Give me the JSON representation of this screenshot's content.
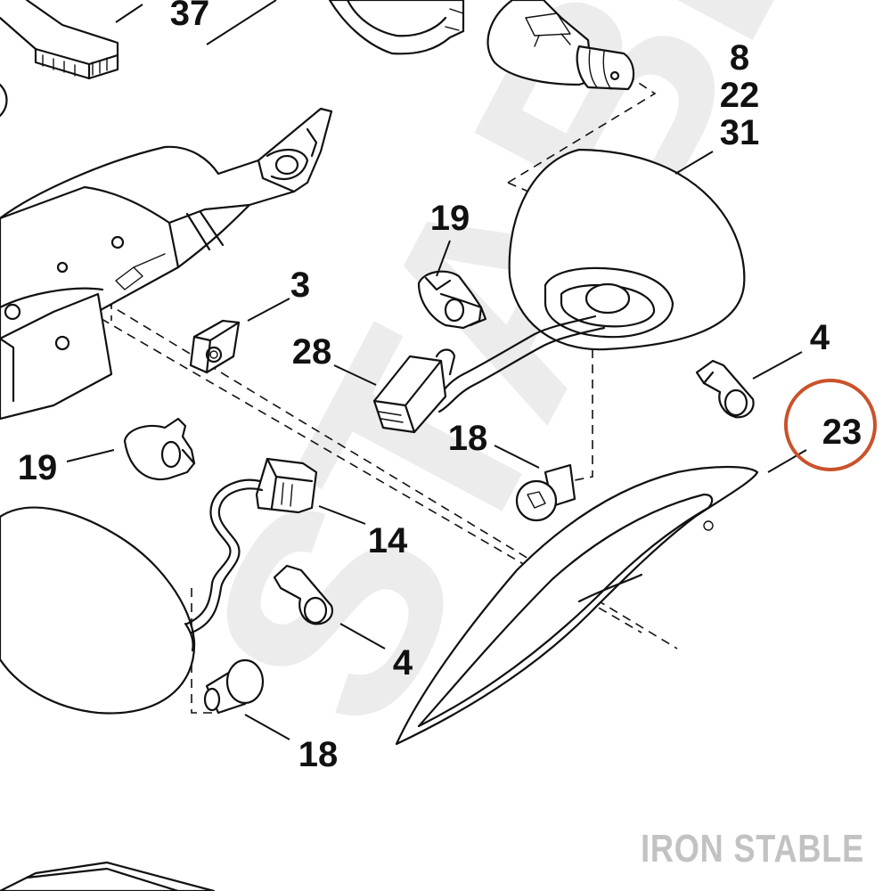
{
  "watermark": "STABLE",
  "brand": "IRON STABLE",
  "highlight_color": "#c9522a",
  "callouts": [
    {
      "id": "c37",
      "text": "37"
    },
    {
      "id": "c8",
      "text": "8"
    },
    {
      "id": "c22",
      "text": "22"
    },
    {
      "id": "c31",
      "text": "31"
    },
    {
      "id": "c19a",
      "text": "19"
    },
    {
      "id": "c3",
      "text": "3"
    },
    {
      "id": "c28",
      "text": "28"
    },
    {
      "id": "c4a",
      "text": "4"
    },
    {
      "id": "c23",
      "text": "23"
    },
    {
      "id": "c19b",
      "text": "19"
    },
    {
      "id": "c18a",
      "text": "18"
    },
    {
      "id": "c14",
      "text": "14"
    },
    {
      "id": "c4b",
      "text": "4"
    },
    {
      "id": "c18b",
      "text": "18"
    }
  ]
}
